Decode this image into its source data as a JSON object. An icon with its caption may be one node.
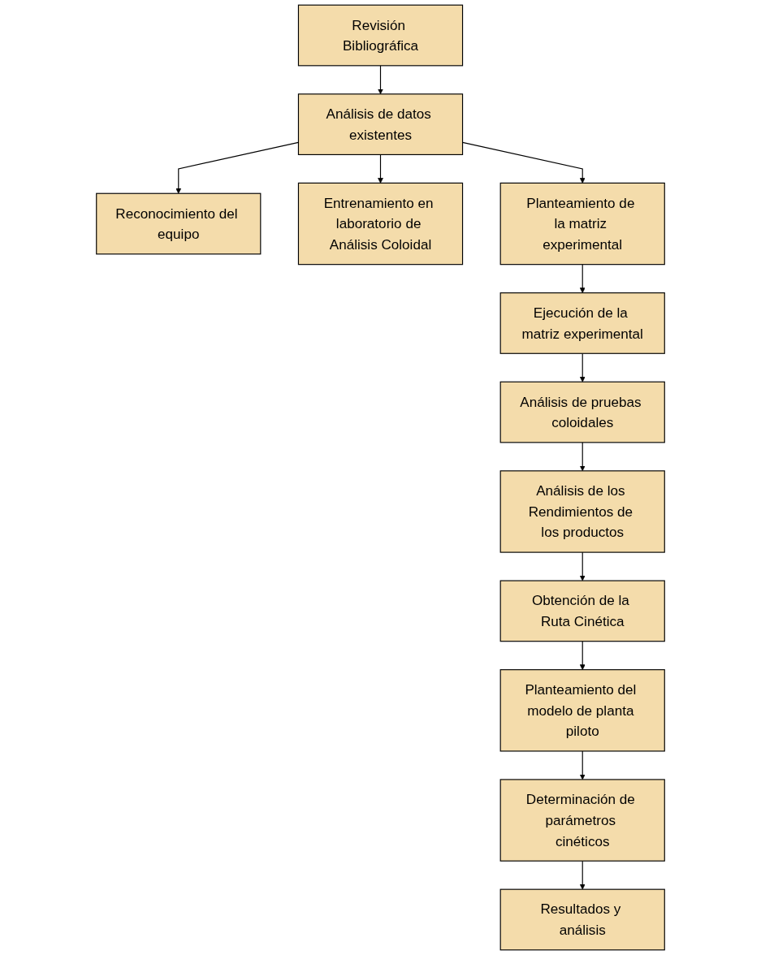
{
  "diagram": {
    "nodes": [
      {
        "text": [
          "Revisión Bibliográfica"
        ]
      },
      {
        "text": [
          "Reconocimiento del equipo"
        ]
      },
      {
        "text": [
          "Análisis de datos existentes"
        ]
      },
      {
        "text": [
          "Entrenamiento en laboratorio de Análisis Coloidal"
        ]
      },
      {
        "text": [
          "Planteamiento de la matriz experimental"
        ]
      },
      {
        "text": [
          "Ejecución de la matriz experimental"
        ]
      },
      {
        "text": [
          "Análisis de pruebas coloidales"
        ]
      },
      {
        "text": [
          "Análisis de los Rendimientos de los productos"
        ]
      },
      {
        "text": [
          "Obtención de la Ruta Cinética"
        ]
      },
      {
        "text": [
          "Planteamiento del modelo de planta piloto"
        ]
      },
      {
        "text": [
          "Determinación de parámetros cinéticos"
        ]
      },
      {
        "text": [
          "Resultados y análisis"
        ]
      }
    ],
    "edges": [
      {
        "from": 0,
        "to": 2,
        "arrow": "to"
      },
      {
        "from": 2,
        "to": 1,
        "arrow": "to"
      },
      {
        "from": 2,
        "to": 3,
        "arrow": "to"
      },
      {
        "from": 2,
        "to": 4,
        "arrow": "to"
      },
      {
        "from": 4,
        "to": 5,
        "arrow": "to"
      },
      {
        "from": 5,
        "to": 6,
        "arrow": "to"
      },
      {
        "from": 6,
        "to": 7,
        "arrow": "to"
      },
      {
        "from": 7,
        "to": 8,
        "arrow": "to"
      },
      {
        "from": 8,
        "to": 9,
        "arrow": "to"
      },
      {
        "from": 9,
        "to": 10,
        "arrow": "to"
      },
      {
        "from": 10,
        "to": 11,
        "arrow": "to"
      }
    ]
  }
}
